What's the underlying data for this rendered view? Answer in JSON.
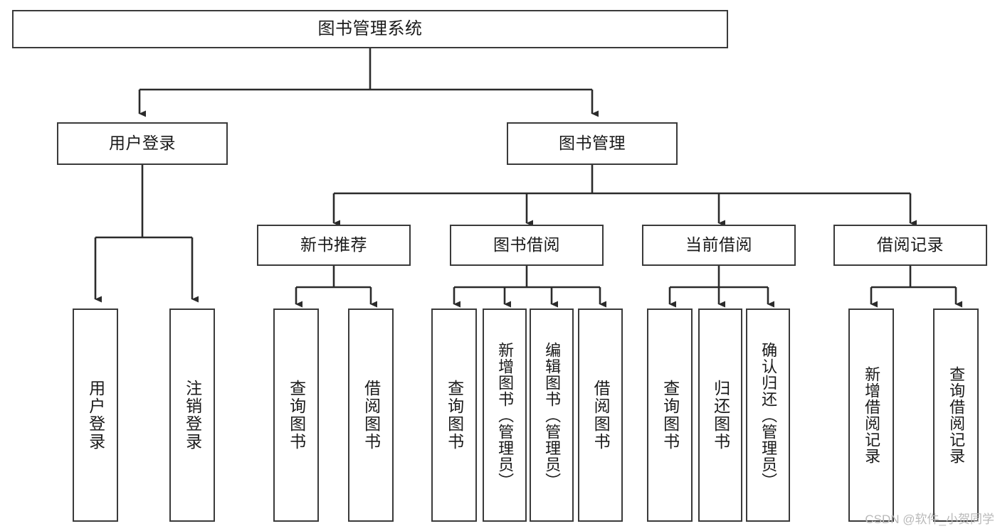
{
  "diagram": {
    "title": "图书管理系统",
    "type": "tree-hierarchy-chart",
    "stroke_color": "#3a3a3a",
    "text_color": "#1a1a1a",
    "background_color": "#ffffff",
    "nodes": {
      "root": {
        "label": "图书管理系统"
      },
      "login": {
        "label": "用户登录"
      },
      "book_manage": {
        "label": "图书管理"
      },
      "new_book_rec": {
        "label": "新书推荐"
      },
      "book_borrow": {
        "label": "图书借阅"
      },
      "current_borrow": {
        "label": "当前借阅"
      },
      "borrow_record": {
        "label": "借阅记录"
      },
      "leaf_user_login": {
        "label": "用户登录"
      },
      "leaf_logout": {
        "label": "注销登录"
      },
      "leaf_query_book_1": {
        "label": "查询图书"
      },
      "leaf_borrow_book_1": {
        "label": "借阅图书"
      },
      "leaf_query_book_2": {
        "label": "查询图书"
      },
      "leaf_add_book": {
        "label": "新增图书（管理员）"
      },
      "leaf_edit_book": {
        "label": "编辑图书（管理员）"
      },
      "leaf_borrow_book_2": {
        "label": "借阅图书"
      },
      "leaf_query_book_3": {
        "label": "查询图书"
      },
      "leaf_return_book": {
        "label": "归还图书"
      },
      "leaf_confirm_return": {
        "label": "确认归还（管理员）"
      },
      "leaf_add_record": {
        "label": "新增借阅记录"
      },
      "leaf_query_record": {
        "label": "查询借阅记录"
      }
    }
  },
  "watermark": {
    "text": "CSDN @软件_小贺同学"
  }
}
